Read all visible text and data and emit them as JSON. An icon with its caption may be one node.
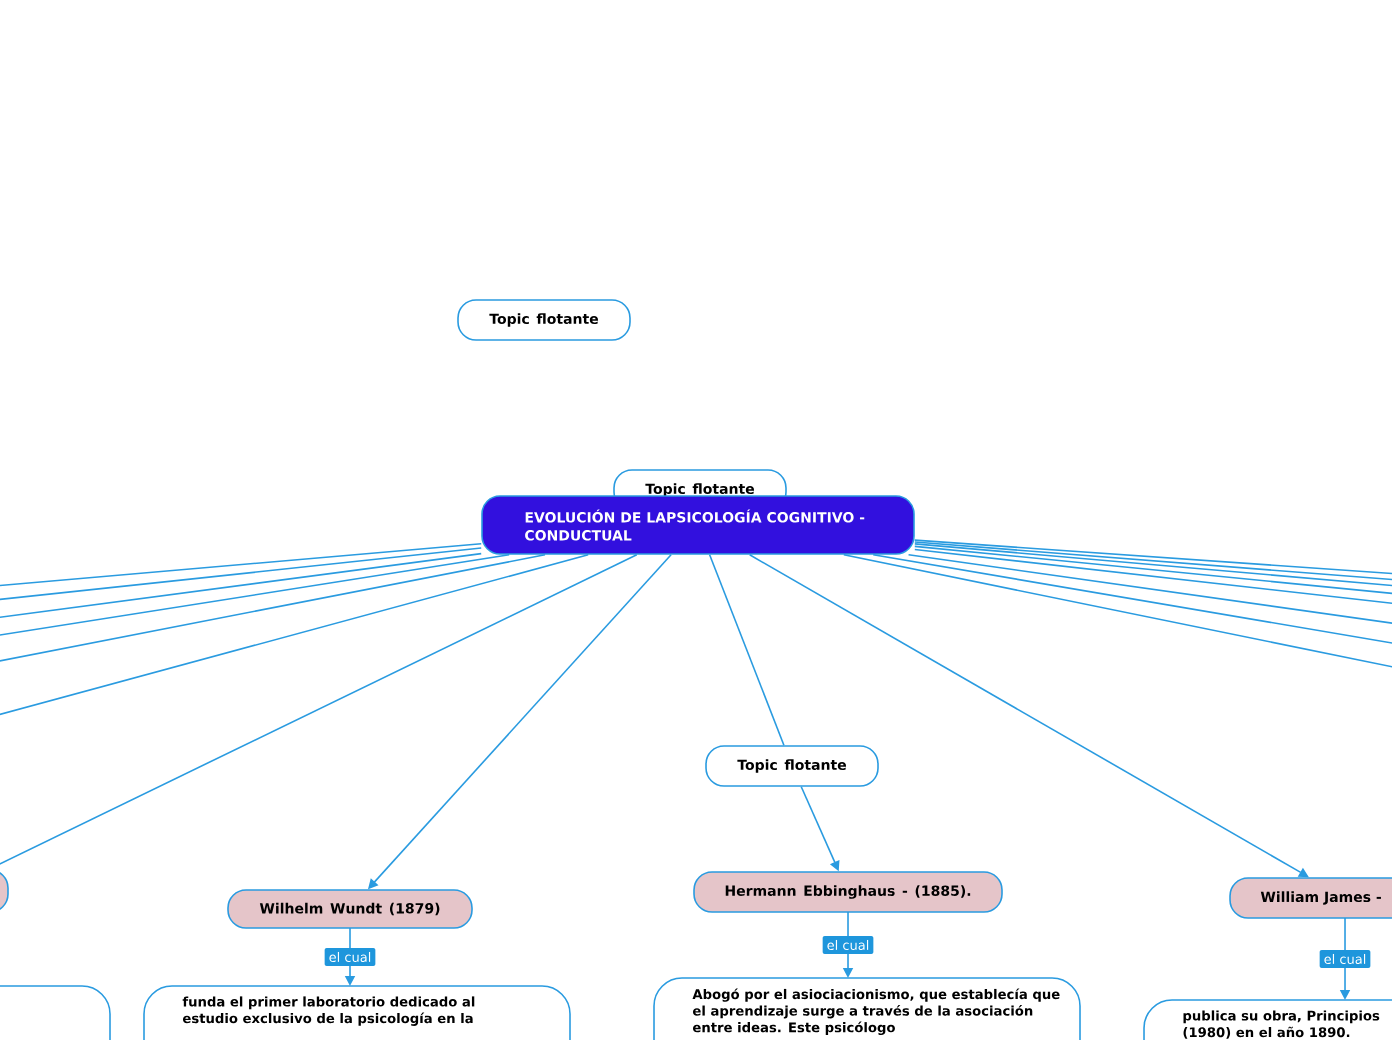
{
  "diagram": {
    "nodes": [
      {
        "text": [
          "EVOLUCIÓN DE LAPSICOLOGÍA COGNITIVO - CONDUCTUAL"
        ]
      },
      {
        "text": [
          "Topic flotante"
        ]
      },
      {
        "text": [
          "Topic flotante"
        ]
      },
      {
        "text": [
          "Topic flotante"
        ]
      },
      {
        "text": [],
        "shape": "box"
      },
      {
        "text": [
          "Wilhelm Wundt (1879)"
        ]
      },
      {
        "text": [
          "Hermann Ebbinghaus - (1885)."
        ]
      },
      {
        "text": [
          "William James -"
        ]
      },
      {
        "text": [],
        "shape": "box"
      },
      {
        "text": [
          "funda el primer laboratorio dedicado al estudio exclusivo de la psicología en la"
        ]
      },
      {
        "text": [
          "Abogó por el asiociacionismo, que establecía que el aprendizaje surge a través de la asociación entre ideas. Este psicólogo"
        ]
      },
      {
        "text": [
          "publica su obra, Principios (1980) en el año 1890."
        ]
      }
    ],
    "edges": [
      {
        "from": 0,
        "to": null,
        "arrow": "none"
      },
      {
        "from": 0,
        "to": null,
        "arrow": "none"
      },
      {
        "from": 0,
        "to": null,
        "arrow": "none"
      },
      {
        "from": 0,
        "to": null,
        "arrow": "none"
      },
      {
        "from": 0,
        "to": null,
        "arrow": "none"
      },
      {
        "from": 0,
        "to": null,
        "arrow": "none"
      },
      {
        "from": 0,
        "to": 4,
        "arrow": "none"
      },
      {
        "from": 0,
        "to": 5,
        "arrow": "to"
      },
      {
        "from": 0,
        "to": 3,
        "arrow": "none"
      },
      {
        "from": 3,
        "to": 6,
        "arrow": "to"
      },
      {
        "from": 0,
        "to": 7,
        "arrow": "to"
      },
      {
        "from": 0,
        "to": null,
        "arrow": "none"
      },
      {
        "from": 0,
        "to": null,
        "arrow": "none"
      },
      {
        "from": 0,
        "to": null,
        "arrow": "none"
      },
      {
        "from": 0,
        "to": null,
        "arrow": "none"
      },
      {
        "from": 0,
        "to": null,
        "arrow": "none"
      },
      {
        "from": 0,
        "to": null,
        "arrow": "none"
      },
      {
        "from": 0,
        "to": null,
        "arrow": "none"
      },
      {
        "from": 0,
        "to": null,
        "arrow": "none"
      },
      {
        "from": 5,
        "to": 9,
        "label": "el cual",
        "arrow": "to"
      },
      {
        "from": 6,
        "to": 10,
        "label": "el cual",
        "arrow": "to"
      },
      {
        "from": 7,
        "to": 11,
        "label": "el cual",
        "arrow": "to"
      }
    ]
  }
}
